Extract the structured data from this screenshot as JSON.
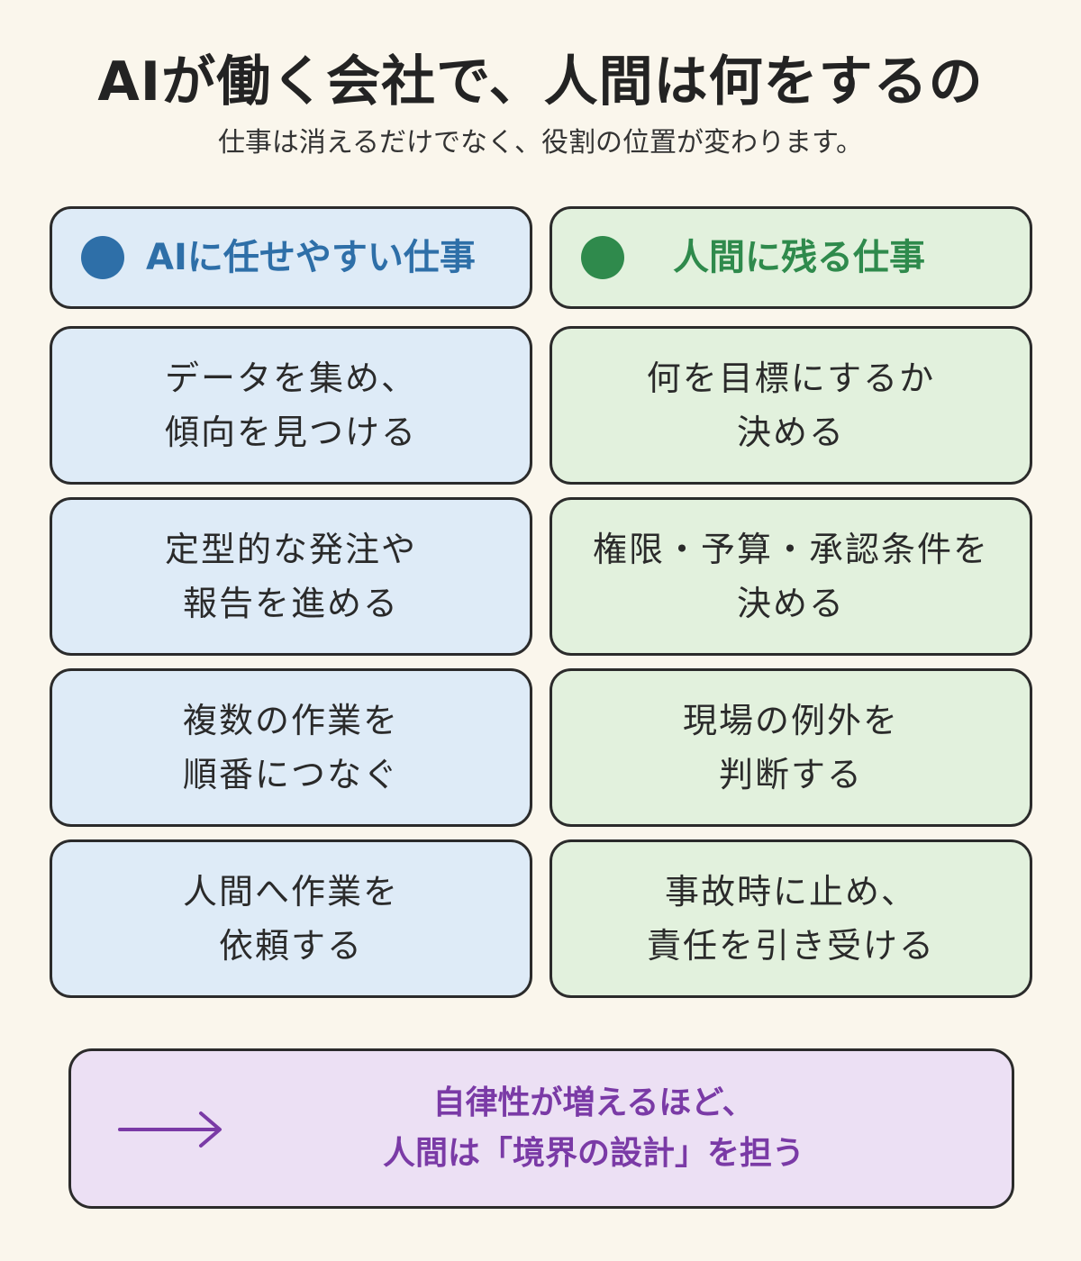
{
  "title": "AIが働く会社で、人間は何をするの",
  "subtitle": "仕事は消えるだけでなく、役割の位置が変わります。",
  "colors": {
    "background": "#faf6ec",
    "left_fill": "#deebf7",
    "left_accent": "#2e6fa8",
    "right_fill": "#e2f1dd",
    "right_accent": "#2f8a4c",
    "footer_fill": "#ece0f4",
    "footer_accent": "#7a3aa6",
    "border": "#2b2b2b"
  },
  "left_column": {
    "header": "AIに任せやすい仕事",
    "icon": "blue-circle-icon",
    "items": [
      [
        "データを集め、",
        "傾向を見つける"
      ],
      [
        "定型的な発注や",
        "報告を進める"
      ],
      [
        "複数の作業を",
        "順番につなぐ"
      ],
      [
        "人間へ作業を",
        "依頼する"
      ]
    ]
  },
  "right_column": {
    "header": "人間に残る仕事",
    "icon": "green-circle-icon",
    "items": [
      [
        "何を目標にするか",
        "決める"
      ],
      [
        "権限・予算・承認条件を",
        "決める"
      ],
      [
        "現場の例外を",
        "判断する"
      ],
      [
        "事故時に止め、",
        "責任を引き受ける"
      ]
    ]
  },
  "footer": {
    "icon": "right-arrow-icon",
    "lines": [
      "自律性が増えるほど、",
      "人間は「境界の設計」を担う"
    ]
  }
}
